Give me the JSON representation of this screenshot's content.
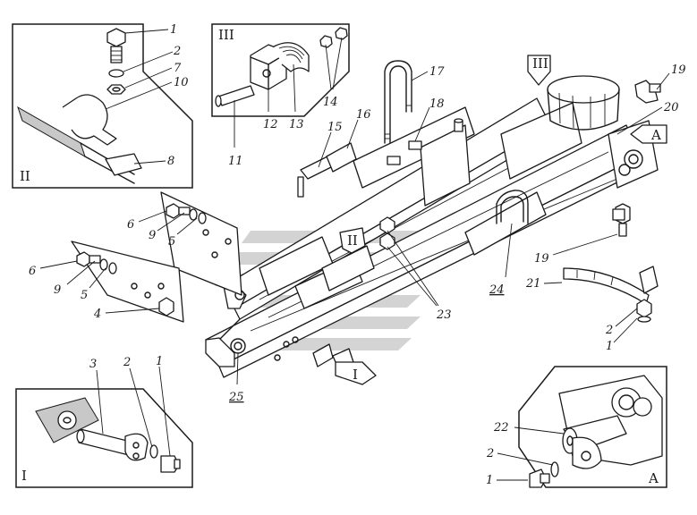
{
  "views": {
    "II": "II",
    "III": "III",
    "I": "I",
    "A": "A"
  },
  "markers": {
    "III": "III",
    "A": "A",
    "II": "II",
    "I": "I"
  },
  "callouts": [
    {
      "id": "c1",
      "text": "1"
    },
    {
      "id": "c2",
      "text": "2"
    },
    {
      "id": "c7",
      "text": "7"
    },
    {
      "id": "c10",
      "text": "10"
    },
    {
      "id": "c8",
      "text": "8"
    },
    {
      "id": "c11",
      "text": "11"
    },
    {
      "id": "c12",
      "text": "12"
    },
    {
      "id": "c13",
      "text": "13"
    },
    {
      "id": "c14",
      "text": "14"
    },
    {
      "id": "c15",
      "text": "15"
    },
    {
      "id": "c16",
      "text": "16"
    },
    {
      "id": "c17",
      "text": "17"
    },
    {
      "id": "c18",
      "text": "18"
    },
    {
      "id": "c19a",
      "text": "19"
    },
    {
      "id": "c20",
      "text": "20"
    },
    {
      "id": "c19b",
      "text": "19"
    },
    {
      "id": "c21",
      "text": "21"
    },
    {
      "id": "c2r",
      "text": "2"
    },
    {
      "id": "c1r",
      "text": "1"
    },
    {
      "id": "c24",
      "text": "24"
    },
    {
      "id": "c23",
      "text": "23"
    },
    {
      "id": "c25",
      "text": "25"
    },
    {
      "id": "c6a",
      "text": "6"
    },
    {
      "id": "c9a",
      "text": "9"
    },
    {
      "id": "c5a",
      "text": "5"
    },
    {
      "id": "c6b",
      "text": "6"
    },
    {
      "id": "c9b",
      "text": "9"
    },
    {
      "id": "c5b",
      "text": "5"
    },
    {
      "id": "c4",
      "text": "4"
    },
    {
      "id": "c3i",
      "text": "3"
    },
    {
      "id": "c2i",
      "text": "2"
    },
    {
      "id": "c1i",
      "text": "1"
    },
    {
      "id": "c22",
      "text": "22"
    },
    {
      "id": "c2a",
      "text": "2"
    },
    {
      "id": "c1a",
      "text": "1"
    }
  ]
}
